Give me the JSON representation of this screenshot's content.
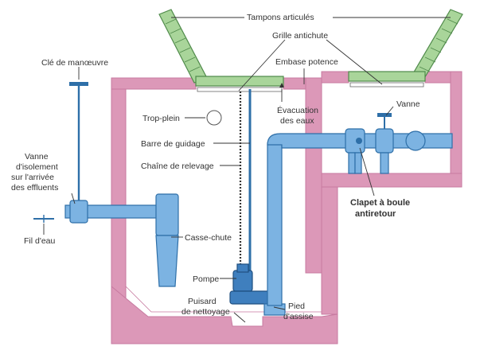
{
  "labels": {
    "tampons": "Tampons articulés",
    "grille": "Grille antichute",
    "embase": "Embase potence",
    "evacuation_1": "Évacuation",
    "evacuation_2": "des eaux",
    "vanne": "Vanne",
    "cle": "Clé de manœuvre",
    "trop_plein": "Trop-plein",
    "barre": "Barre de guidage",
    "chaine": "Chaîne de relevage",
    "vanne_iso_1": "Vanne",
    "vanne_iso_2": "d'isolement",
    "vanne_iso_3": "sur l'arrivée",
    "vanne_iso_4": "des effluents",
    "clapet_1": "Clapet à boule",
    "clapet_2": "antiretour",
    "fil": "Fil d'eau",
    "casse": "Casse-chute",
    "pompe": "Pompe",
    "puisard_1": "Puisard",
    "puisard_2": "de nettoyage",
    "pied_1": "Pied",
    "pied_2": "d'assise"
  },
  "colors": {
    "wall": "#dc98b8",
    "lid": "#a9d59a",
    "pipe": "#7cb3e2",
    "pump": "#3f7fbe"
  }
}
